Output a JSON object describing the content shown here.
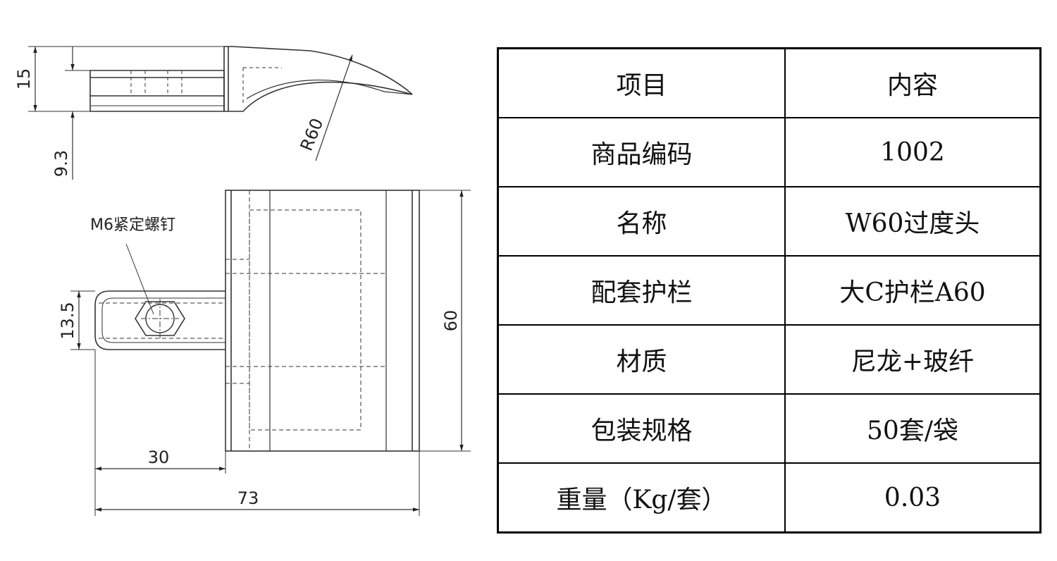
{
  "drawing": {
    "side_view": {
      "dims": {
        "height_total": "15",
        "height_lower": "9.3",
        "radius": "R60"
      }
    },
    "top_view": {
      "screw_note": "M6紧定螺钉",
      "dims": {
        "tongue_width": "13.5",
        "height": "60",
        "tongue_length": "30",
        "total_length": "73"
      }
    }
  },
  "table": {
    "header": {
      "item": "项目",
      "content": "内容"
    },
    "rows": [
      {
        "item": "商品编码",
        "value": "1002"
      },
      {
        "item": "名称",
        "value": "W60过度头"
      },
      {
        "item": "配套护栏",
        "value": "大C护栏A60"
      },
      {
        "item": "材质",
        "value": "尼龙+玻纤"
      },
      {
        "item": "包装规格",
        "value": "50套/袋"
      },
      {
        "item": "重量（Kg/套）",
        "value": "0.03"
      }
    ]
  }
}
